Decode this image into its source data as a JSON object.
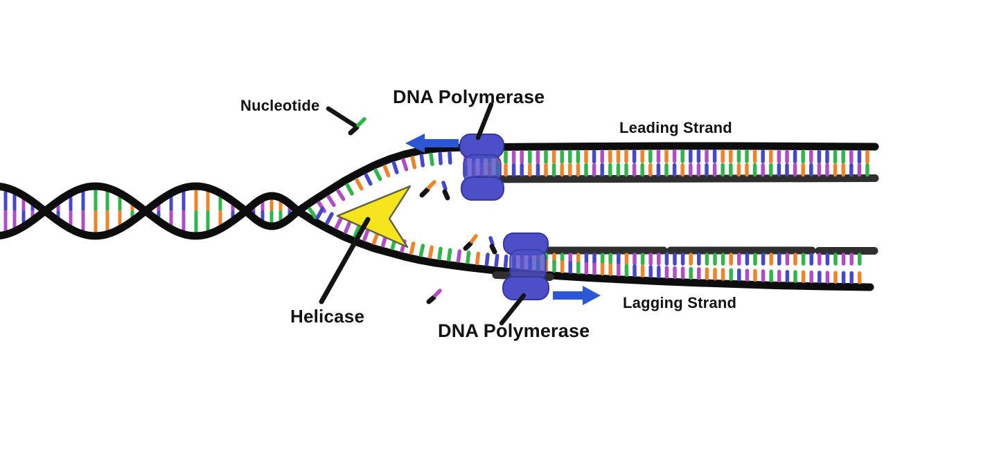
{
  "labels": {
    "nucleotide": "Nucleotide",
    "dna_polymerase_top": "DNA Polymerase",
    "leading_strand": "Leading Strand",
    "helicase": "Helicase",
    "dna_polymerase_bottom": "DNA Polymerase",
    "lagging_strand": "Lagging Strand"
  },
  "palette": {
    "strand_black": "#0d0d0d",
    "new_strand_gray": "#2f2f2f",
    "base_green": "#2fb549",
    "base_orange": "#f08228",
    "base_blue": "#4547cd",
    "base_purple": "#b04cc8",
    "polymerase_blue": "#4d4fc8",
    "polymerase_outline": "#34369e",
    "arrow_blue": "#2b57d5",
    "helicase_yellow": "#f6e41c",
    "helicase_outline": "#61614a",
    "pointer_black": "#141414",
    "label_text": "#121212"
  },
  "structure": {
    "okazaki_fragment_count": 3,
    "free_nucleotide_tip_colors": [
      "green",
      "orange",
      "blue",
      "orange",
      "blue",
      "purple"
    ],
    "top_replication_direction": "left",
    "bottom_replication_direction": "right"
  }
}
